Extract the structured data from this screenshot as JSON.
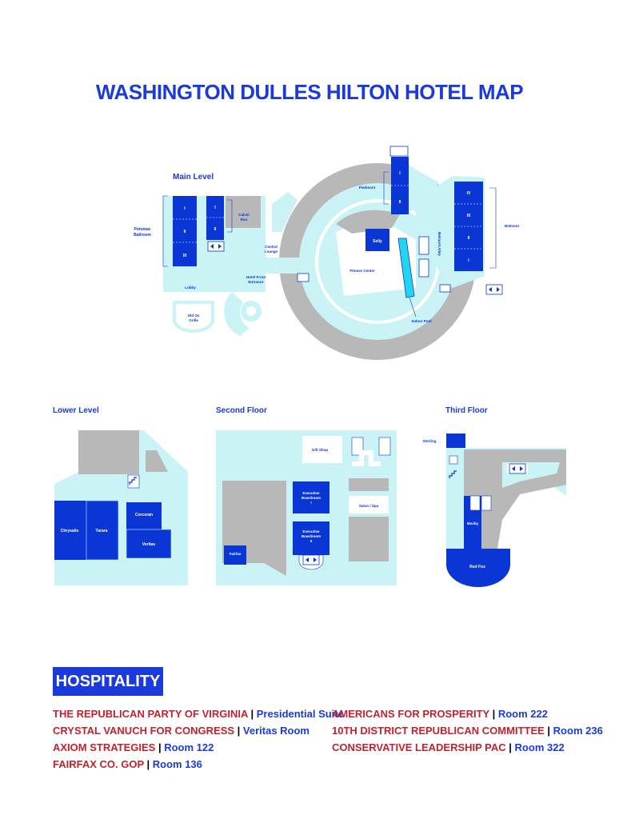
{
  "title": "WASHINGTON DULLES HILTON HOTEL MAP",
  "colors": {
    "accent": "#1a3adb",
    "room": "#0a36d6",
    "corridor": "#c9f3f5",
    "service": "#b8b8b8",
    "pool": "#23d4ee",
    "org_red": "#c0232e"
  },
  "main_level": {
    "label": "Main Level",
    "potomac": "Potomac\nBallroom",
    "potomac_sections": [
      "I",
      "II",
      "III"
    ],
    "potomac2_sections": [
      "I",
      "II"
    ],
    "calvin": "Calvin\nRun",
    "central_lounge": "Central\nLounge",
    "hotel_entrance": "Hotel Front\nEntrance",
    "lobby": "Lobby",
    "old_ox": "Old Ox\nGrille",
    "piedmont": "Piedmont",
    "piedmont_sections": [
      "I",
      "II"
    ],
    "selly": "Selly",
    "fitness": "Fitness Center",
    "belmont_alley": "Belmont\nAlley",
    "belmont": "Belmont",
    "belmont_sections": [
      "IV",
      "III",
      "II",
      "I"
    ],
    "indoor_pool": "Indoor\nPool"
  },
  "lower_level": {
    "label": "Lower Level",
    "rooms": [
      "Chrysalis",
      "Tarara",
      "Corcoran",
      "Veritas"
    ]
  },
  "second_floor": {
    "label": "Second Floor",
    "rooms": [
      "Gift Shop",
      "Executive\nBoardroom\nI",
      "Executive\nBoardroom\nII",
      "Salon / Spa",
      "Fairfax"
    ]
  },
  "third_floor": {
    "label": "Third Floor",
    "rooms": [
      "Sterling",
      "Mosby",
      "Red Fox"
    ]
  },
  "hospitality": {
    "label": "HOSPITALITY",
    "left": [
      {
        "org": "THE REPUBLICAN PARTY OF VIRGINIA",
        "room": "Presidential Suite"
      },
      {
        "org": "CRYSTAL VANUCH FOR CONGRESS",
        "room": "Veritas Room"
      },
      {
        "org": "AXIOM STRATEGIES",
        "room": "Room 122"
      },
      {
        "org": "FAIRFAX CO. GOP",
        "room": "Room 136"
      }
    ],
    "right": [
      {
        "org": "AMERICANS FOR PROSPERITY",
        "room": "Room 222"
      },
      {
        "org": "10TH DISTRICT REPUBLICAN COMMITTEE",
        "room": "Room 236"
      },
      {
        "org": "CONSERVATIVE LEADERSHIP PAC",
        "room": "Room 322"
      }
    ]
  }
}
